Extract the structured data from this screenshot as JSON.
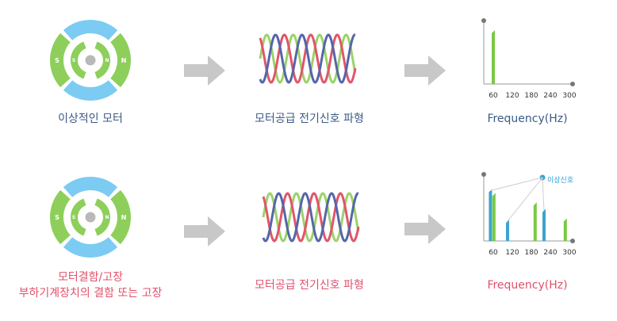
{
  "colors": {
    "motor_green": "#8dcf5a",
    "motor_blue": "#7ccbf2",
    "arrow_gray": "#c8c8c8",
    "wave_red": "#e0566a",
    "wave_blue": "#5566a8",
    "wave_green": "#9bd36a",
    "bar_green": "#7ac943",
    "bar_blue": "#3da3d0",
    "caption_normal": "#3b5a86",
    "caption_fault": "#e0506a"
  },
  "motor": {
    "pole_left": "S",
    "pole_right": "N",
    "inner_left": "S",
    "inner_right": "N"
  },
  "rows": [
    {
      "motor_caption": [
        "이상적인 모터"
      ],
      "signal_caption": "모터공급 전기신호 파형",
      "chart_caption": "Frequency(Hz)"
    },
    {
      "motor_caption": [
        "모터결함/고장",
        "부하기계장치의 결함 또는 고장"
      ],
      "signal_caption": "모터공급 전기신호 파형",
      "chart_caption": "Frequency(Hz)",
      "annotation": "이상신호"
    }
  ],
  "chart_data": [
    {
      "type": "bar",
      "xlabel": "Frequency(Hz)",
      "x_ticks": [
        60,
        120,
        180,
        240,
        300
      ],
      "series": [
        {
          "color": "#7ac943",
          "points": [
            {
              "x": 60,
              "y": 0.85
            }
          ]
        }
      ],
      "ylim": [
        0,
        1
      ]
    },
    {
      "type": "bar",
      "xlabel": "Frequency(Hz)",
      "x_ticks": [
        60,
        120,
        180,
        240,
        300
      ],
      "series": [
        {
          "color": "#3da3d0",
          "points": [
            {
              "x": 51,
              "y": 0.78
            },
            {
              "x": 105,
              "y": 0.32
            },
            {
              "x": 220,
              "y": 0.48
            }
          ]
        },
        {
          "color": "#7ac943",
          "points": [
            {
              "x": 62,
              "y": 0.72
            },
            {
              "x": 192,
              "y": 0.58
            },
            {
              "x": 287,
              "y": 0.34
            }
          ]
        }
      ],
      "annotation": "이상신호",
      "ylim": [
        0,
        1
      ]
    }
  ]
}
